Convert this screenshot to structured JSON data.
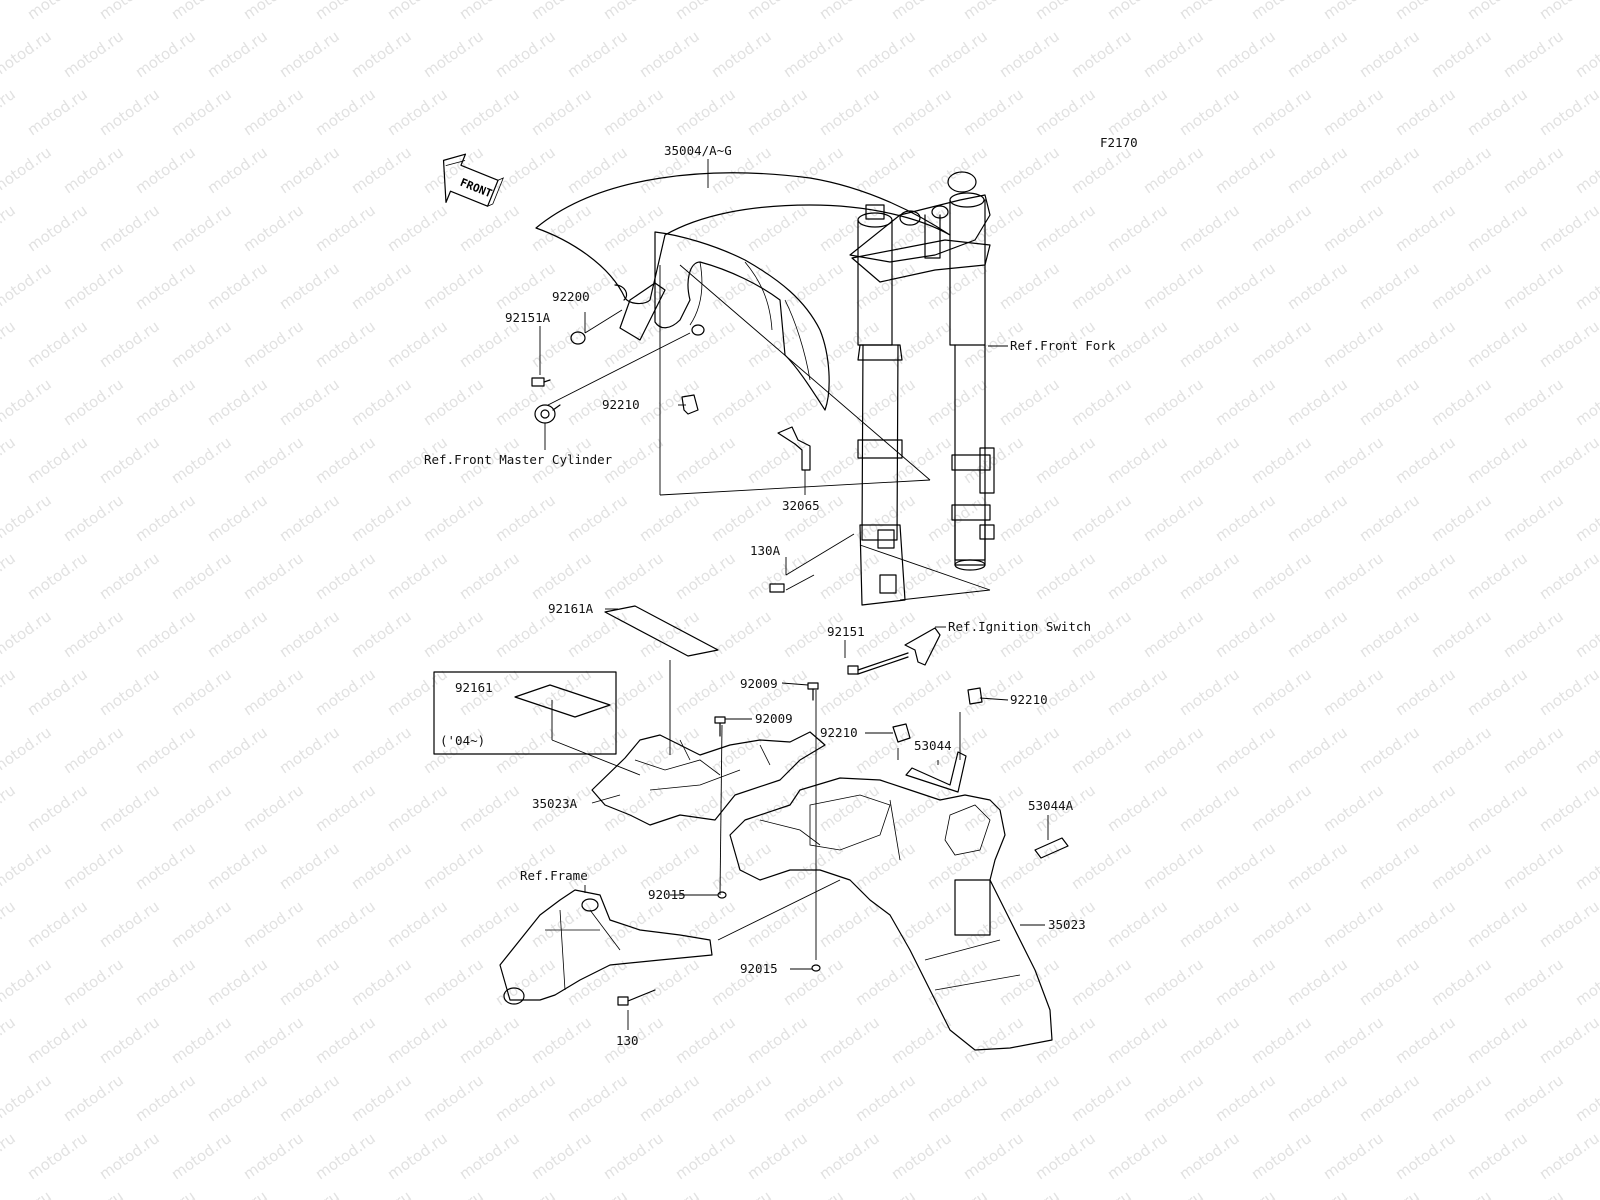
{
  "diagram_code": "F2170",
  "front_arrow": "FRONT",
  "watermark": "motod.ru",
  "labels": {
    "p35004": "35004/A~G",
    "p92200": "92200",
    "p92151A": "92151A",
    "p92210a": "92210",
    "ref_master": "Ref.Front Master Cylinder",
    "ref_fork": "Ref.Front Fork",
    "p32065": "32065",
    "p130A": "130A",
    "p92161A": "92161A",
    "p92151": "92151",
    "ref_ign": "Ref.Ignition Switch",
    "p92161": "92161",
    "year_note": "('04~)",
    "p92009a": "92009",
    "p92009b": "92009",
    "p92210b": "92210",
    "p92210c": "92210",
    "p53044": "53044",
    "p53044A": "53044A",
    "p35023A": "35023A",
    "ref_frame": "Ref.Frame",
    "p92015a": "92015",
    "p92015b": "92015",
    "p35023": "35023",
    "p130": "130"
  }
}
